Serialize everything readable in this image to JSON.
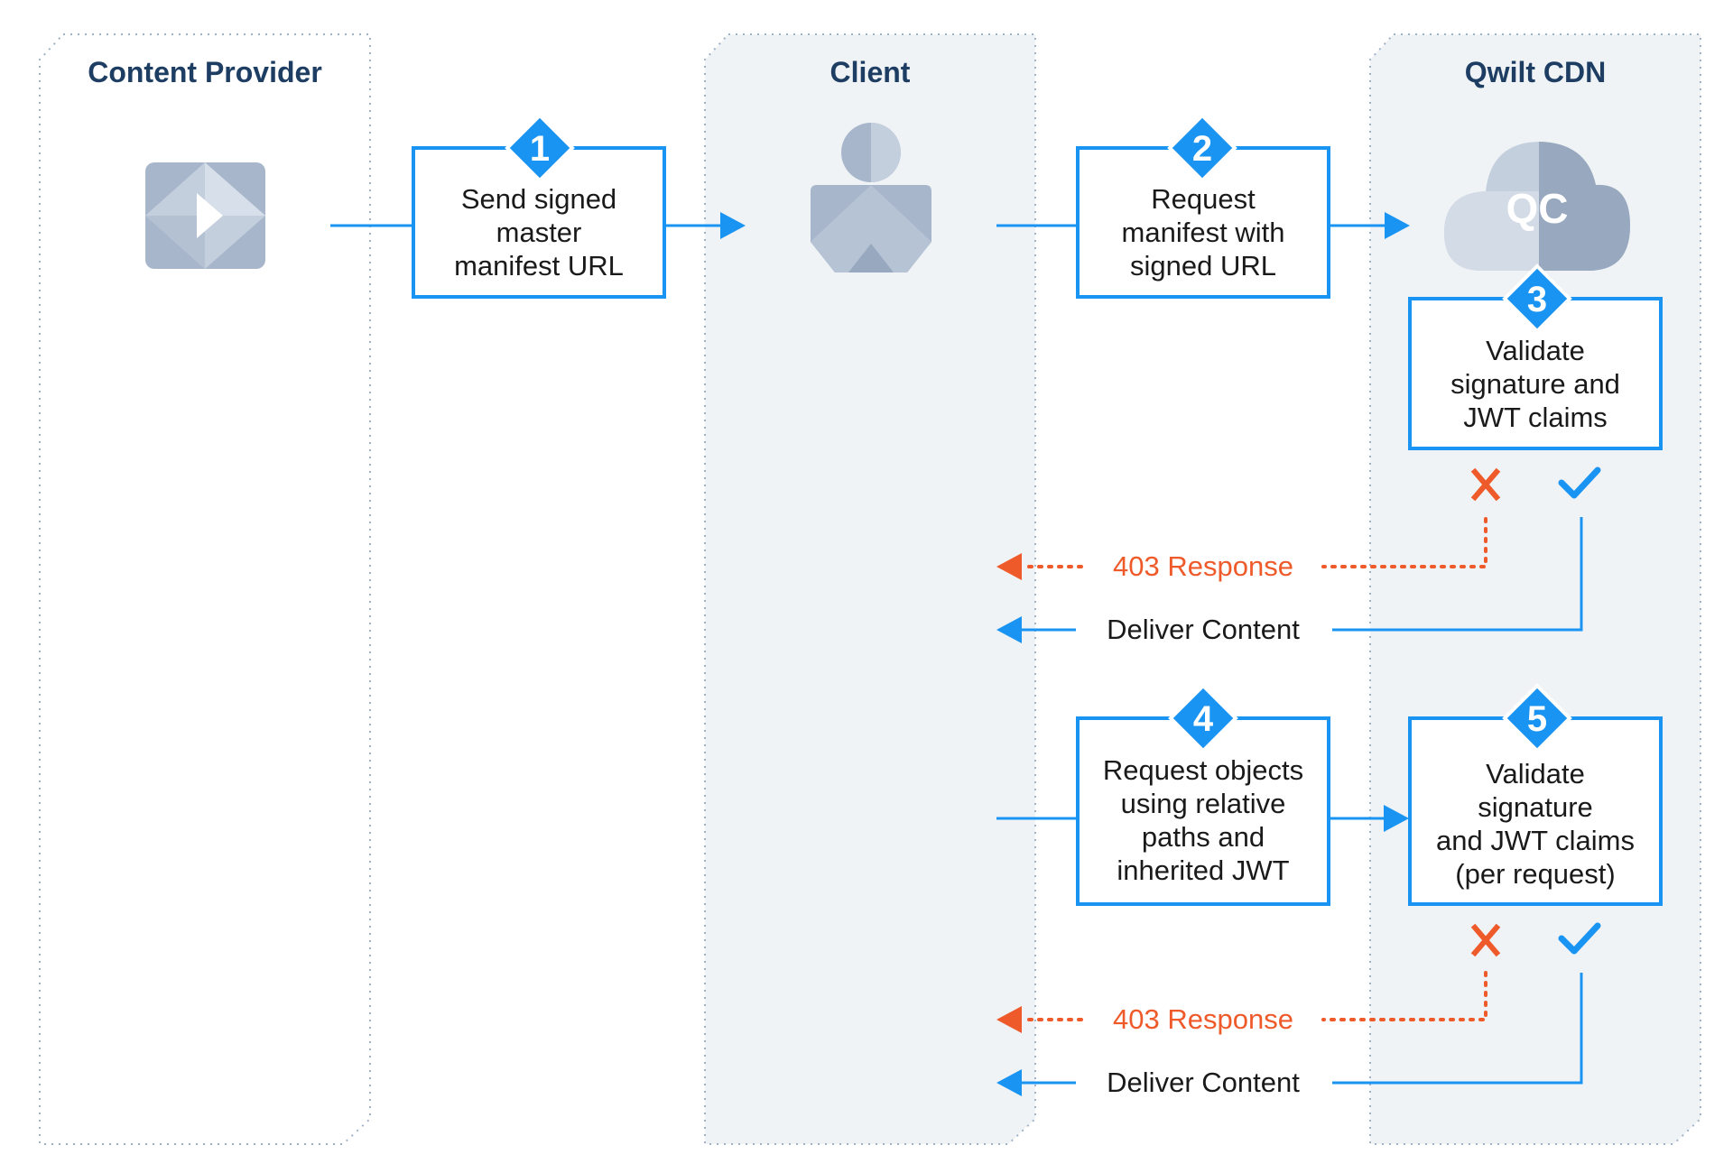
{
  "lanes": {
    "content_provider": "Content Provider",
    "client": "Client",
    "cdn": "Qwilt CDN"
  },
  "steps": [
    {
      "number": "1",
      "lines": [
        "Send signed",
        "master",
        "manifest URL"
      ]
    },
    {
      "number": "2",
      "lines": [
        "Request",
        "manifest with",
        "signed URL"
      ]
    },
    {
      "number": "3",
      "lines": [
        "Validate",
        "signature and",
        "JWT claims"
      ]
    },
    {
      "number": "4",
      "lines": [
        "Request objects",
        "using relative",
        "paths and",
        "inherited JWT"
      ]
    },
    {
      "number": "5",
      "lines": [
        "Validate",
        "signature",
        "and JWT claims",
        "(per request)"
      ]
    }
  ],
  "responses": {
    "forbidden": "403 Response",
    "deliver": "Deliver Content"
  },
  "results": {
    "fail_mark": "X",
    "pass_mark": "check-icon"
  },
  "cdn_logo_text": "QC",
  "colors": {
    "primary_blue": "#1a94f2",
    "error_orange": "#ef5a2a",
    "title_navy": "#1d3d63",
    "lane_fill": "#f0f3f6",
    "icon_gray": "#a7b6cb"
  }
}
